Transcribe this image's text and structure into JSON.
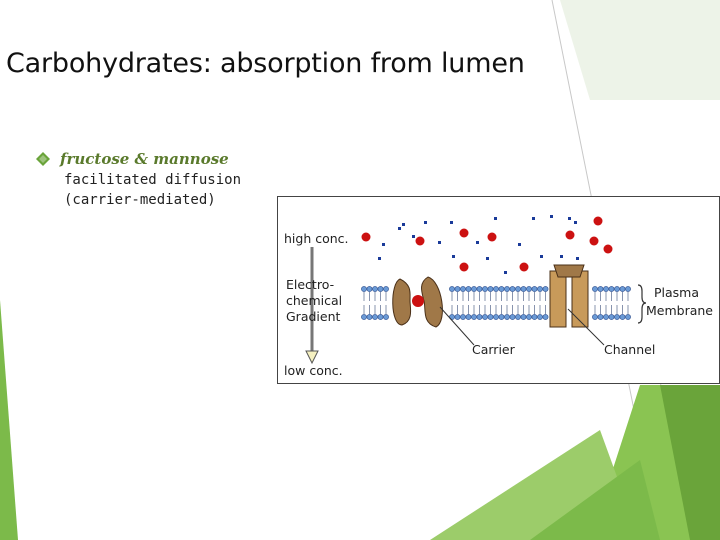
{
  "slide": {
    "title": "Carbohydrates: absorption from lumen",
    "bullet": {
      "heading": "fructose & mannose",
      "lines": [
        "facilitated diffusion",
        "(carrier-mediated)"
      ]
    },
    "accent_color": "#6aa43a",
    "bullet_icon": "diamond-bullet-icon"
  },
  "figure": {
    "labels": {
      "high_conc": "high conc.",
      "gradient_1": "Electro-",
      "gradient_2": "chemical",
      "gradient_3": "Gradient",
      "low_conc": "low conc.",
      "plasma_1": "Plasma",
      "plasma_2": "Membrane",
      "carrier": "Carrier",
      "channel": "Channel"
    },
    "colors": {
      "molecule": "#cc1111",
      "ion": "#1a3a99",
      "lipid": "#6a9ad6",
      "protein": "#a07848",
      "channel": "#c89a5a"
    }
  }
}
